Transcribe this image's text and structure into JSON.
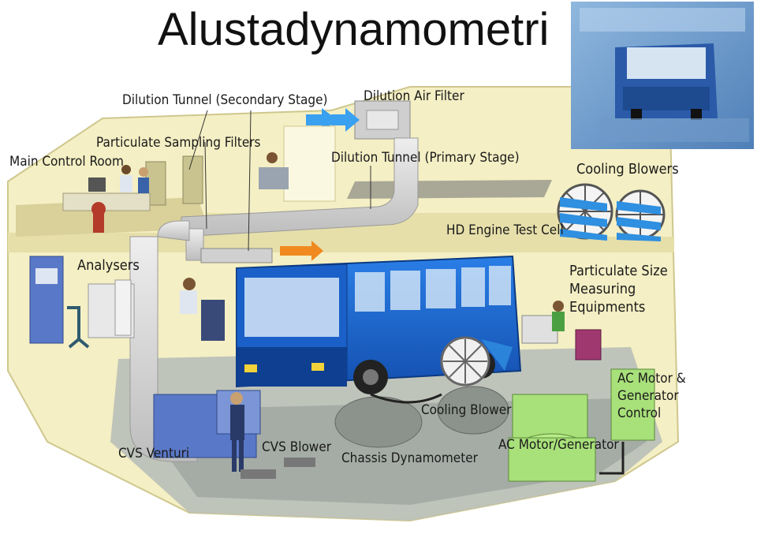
{
  "title": "Alustadynamometri",
  "labels": {
    "dilution_tunnel_secondary": "Dilution Tunnel (Secondary Stage)",
    "dilution_air_filter": "Dilution Air Filter",
    "particulate_sampling_filters": "Particulate Sampling Filters",
    "main_control_room": "Main Control Room",
    "dilution_tunnel_primary": "Dilution Tunnel (Primary Stage)",
    "cooling_blowers": "Cooling Blowers",
    "hd_engine_test_cell": "HD Engine Test Cell",
    "analysers": "Analysers",
    "particulate_size_1": "Particulate Size",
    "particulate_size_2": "Measuring",
    "particulate_size_3": "Equipments",
    "ac_motor_control_1": "AC Motor &",
    "ac_motor_control_2": "Generator",
    "ac_motor_control_3": "Control",
    "cooling_blower": "Cooling Blower",
    "cvs_venturi": "CVS Venturi",
    "cvs_blower": "CVS Blower",
    "chassis_dynamometer": "Chassis Dynamometer",
    "ac_motor_generator": "AC Motor/Generator"
  },
  "colors": {
    "wall": "#f4efc4",
    "wall_shadow": "#e2dca8",
    "bus_blue": "#1f6fd6",
    "bus_dark": "#1048a0",
    "duct": "#d9d9d9",
    "motor_green": "#a8e07a",
    "blower_blue": "#2f8fe0",
    "cvs_blue": "#5a78c8"
  }
}
